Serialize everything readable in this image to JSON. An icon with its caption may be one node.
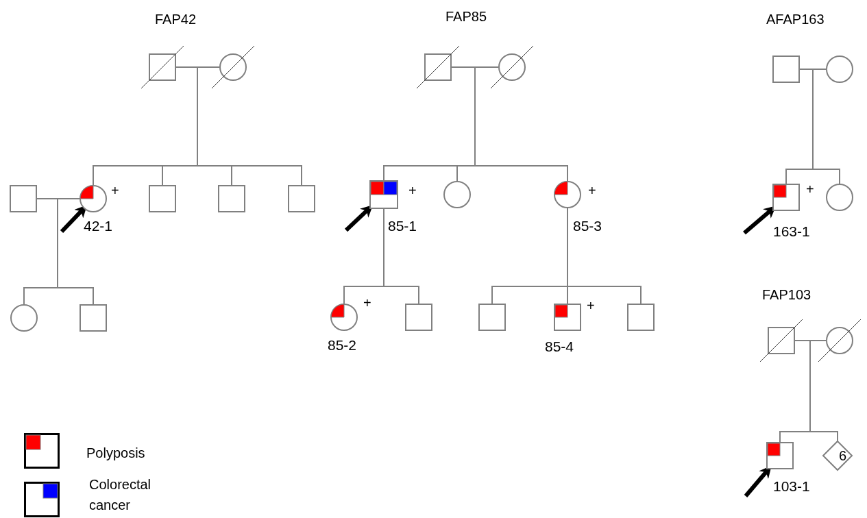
{
  "diagram": {
    "nodes": [
      {
        "text": [],
        "shape": "box"
      },
      {
        "text": [],
        "shape": "circle"
      },
      {
        "text": [],
        "shape": "box"
      },
      {
        "text": [],
        "shape": "circle",
        "beside": [
          "+",
          "42-1"
        ]
      },
      {
        "text": [],
        "shape": "box"
      },
      {
        "text": [],
        "shape": "box"
      },
      {
        "text": [],
        "shape": "box"
      },
      {
        "text": [],
        "shape": "circle"
      },
      {
        "text": [],
        "shape": "box"
      },
      {
        "text": [],
        "shape": "box"
      },
      {
        "text": [],
        "shape": "circle"
      },
      {
        "text": [],
        "shape": "box",
        "beside": [
          "+",
          "85-1"
        ]
      },
      {
        "text": [],
        "shape": "circle"
      },
      {
        "text": [],
        "shape": "circle",
        "beside": [
          "+",
          "85-3"
        ]
      },
      {
        "text": [],
        "shape": "circle",
        "beside": [
          "+",
          "85-2"
        ]
      },
      {
        "text": [],
        "shape": "box"
      },
      {
        "text": [],
        "shape": "box"
      },
      {
        "text": [],
        "shape": "box",
        "beside": [
          "+",
          "85-4"
        ]
      },
      {
        "text": [],
        "shape": "box"
      },
      {
        "text": [],
        "shape": "box"
      },
      {
        "text": [],
        "shape": "circle"
      },
      {
        "text": [],
        "shape": "box",
        "beside": [
          "+",
          "163-1"
        ]
      },
      {
        "text": [],
        "shape": "circle"
      },
      {
        "text": [],
        "shape": "box"
      },
      {
        "text": [],
        "shape": "circle"
      },
      {
        "text": [],
        "shape": "box",
        "beside": [
          "103-1"
        ]
      },
      {
        "text": [
          "6"
        ]
      }
    ],
    "edges": [
      {
        "from": 0,
        "to": 1,
        "arrow": "none"
      },
      {
        "from": 0,
        "to": 3,
        "arrow": "none"
      },
      {
        "from": 0,
        "to": 4,
        "arrow": "none"
      },
      {
        "from": 0,
        "to": 5,
        "arrow": "none"
      },
      {
        "from": 0,
        "to": 6,
        "arrow": "none"
      },
      {
        "from": 2,
        "to": 3,
        "arrow": "none"
      },
      {
        "from": 2,
        "to": 7,
        "arrow": "none"
      },
      {
        "from": 2,
        "to": 8,
        "arrow": "none"
      },
      {
        "from": null,
        "to": 3,
        "arrow": "to",
        "style": "thick",
        "color": "#000000"
      },
      {
        "from": 9,
        "to": 10,
        "arrow": "none"
      },
      {
        "from": 9,
        "to": 11,
        "arrow": "none"
      },
      {
        "from": 9,
        "to": 12,
        "arrow": "none"
      },
      {
        "from": 9,
        "to": 13,
        "arrow": "none"
      },
      {
        "from": null,
        "to": 11,
        "arrow": "to",
        "style": "thick",
        "color": "#000000"
      },
      {
        "from": 11,
        "to": 14,
        "arrow": "none"
      },
      {
        "from": 11,
        "to": 15,
        "arrow": "none"
      },
      {
        "from": 13,
        "to": 16,
        "arrow": "none"
      },
      {
        "from": 13,
        "to": 17,
        "arrow": "none"
      },
      {
        "from": 13,
        "to": 18,
        "arrow": "none"
      },
      {
        "from": 19,
        "to": 20,
        "arrow": "none"
      },
      {
        "from": 19,
        "to": 21,
        "arrow": "none"
      },
      {
        "from": 19,
        "to": 22,
        "arrow": "none"
      },
      {
        "from": null,
        "to": 21,
        "arrow": "to",
        "style": "thick",
        "color": "#000000"
      },
      {
        "from": 23,
        "to": 24,
        "arrow": "none"
      },
      {
        "from": 23,
        "to": 25,
        "arrow": "none"
      },
      {
        "from": 23,
        "to": 26,
        "arrow": "none"
      },
      {
        "from": null,
        "to": 25,
        "arrow": "to",
        "style": "thick",
        "color": "#000000"
      }
    ],
    "labels": [
      "FAP42",
      "FAP85",
      "AFAP163",
      "FAP103"
    ],
    "legend": [
      {
        "text": "Polyposis",
        "color": "#ff0000"
      },
      {
        "text": "Colorectal cancer",
        "color": "#0000ff"
      }
    ]
  }
}
